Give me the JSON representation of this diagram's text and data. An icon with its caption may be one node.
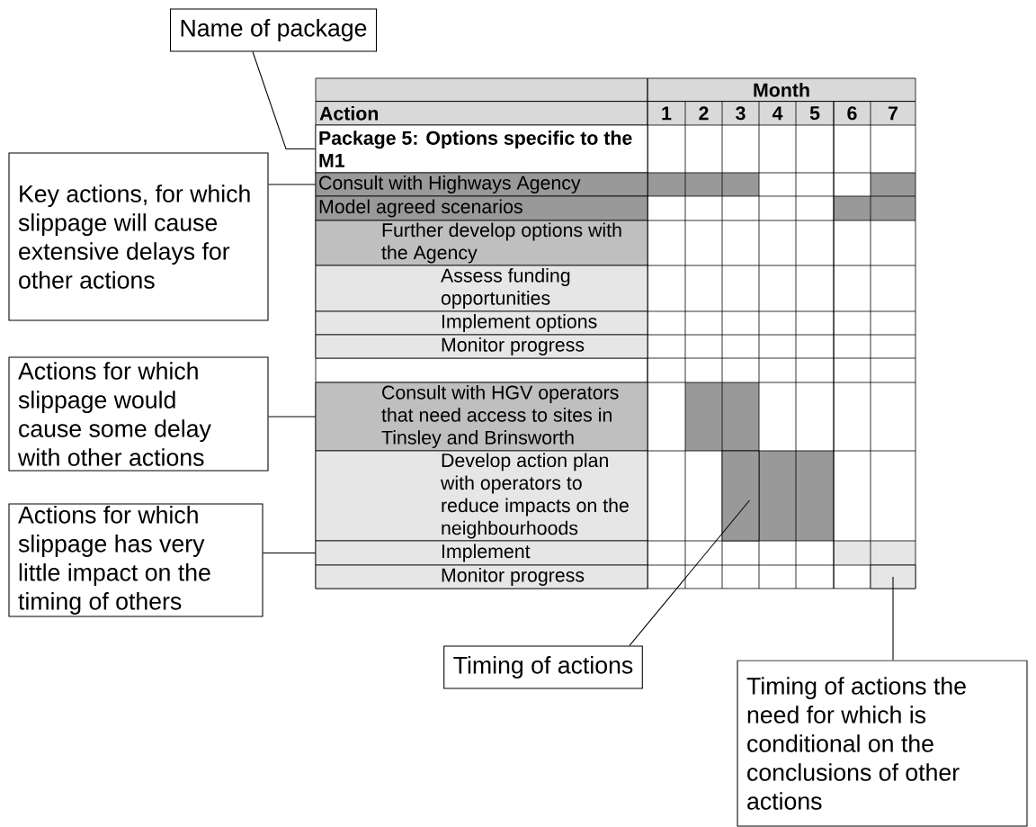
{
  "diagram": {
    "nodes": [
      {
        "text": [
          "Name of package"
        ]
      },
      {
        "text": [
          "Key actions, for which slippage will cause extensive delays for other actions"
        ]
      },
      {
        "text": [
          "Actions for which slippage would cause some delay with other actions"
        ]
      },
      {
        "text": [
          "Actions for which slippage has very little impact on the timing of others"
        ]
      },
      {
        "text": [
          "Timing of actions"
        ]
      },
      {
        "text": [
          "Timing of actions the need for which is conditional on the conclusions of other actions"
        ]
      },
      {
        "text": [
          "Package 5: Options specific to the M1"
        ]
      },
      {
        "text": [
          "Consult with Highways Agency"
        ]
      },
      {
        "text": [
          "Model agreed scenarios"
        ]
      },
      {
        "text": [
          "Further develop options with the Agency"
        ]
      },
      {
        "text": [
          "Assess funding opportunities"
        ]
      },
      {
        "text": [
          "Implement options"
        ]
      },
      {
        "text": [
          "Monitor progress"
        ]
      },
      {
        "text": [
          "Consult with HGV operators that need access to sites in Tinsley and Brinsworth"
        ]
      },
      {
        "text": [
          "Develop action plan with operators to reduce impacts on the neighbourhoods"
        ]
      },
      {
        "text": [
          "Implement"
        ]
      },
      {
        "text": [
          "Monitor progress"
        ]
      },
      {
        "text": [],
        "shape": "box"
      },
      {
        "text": [],
        "shape": "box"
      }
    ],
    "edges": [
      {
        "from": 0,
        "to": 6,
        "arrow": "none"
      },
      {
        "from": 1,
        "to": 7,
        "arrow": "none"
      },
      {
        "from": 2,
        "to": 13,
        "arrow": "none"
      },
      {
        "from": 3,
        "to": 15,
        "arrow": "none"
      },
      {
        "from": 4,
        "to": 17,
        "arrow": "none"
      },
      {
        "from": 5,
        "to": 18,
        "arrow": "none"
      }
    ],
    "labels": [
      "Month",
      "Action",
      "1",
      "2",
      "3",
      "4",
      "5",
      "6",
      "7"
    ]
  }
}
